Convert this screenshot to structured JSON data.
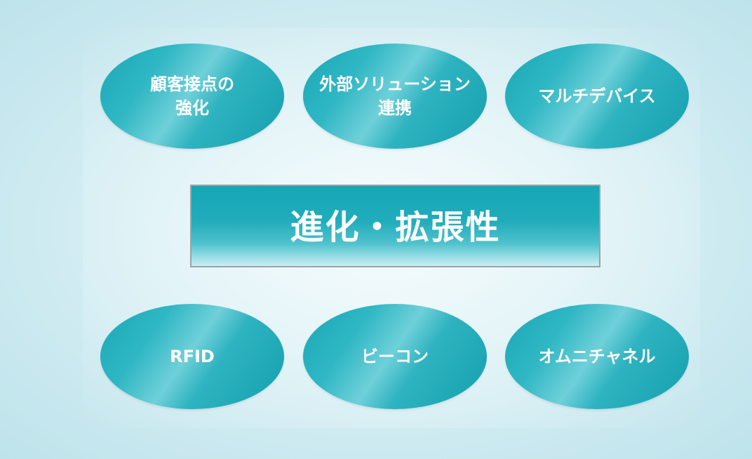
{
  "diagram": {
    "center": {
      "label": "進化・拡張性"
    },
    "nodes": [
      {
        "id": "customer-touchpoints",
        "label": "顧客接点の\n強化"
      },
      {
        "id": "external-solutions",
        "label": "外部ソリューション\n連携"
      },
      {
        "id": "multi-device",
        "label": "マルチデバイス"
      },
      {
        "id": "rfid",
        "label": "RFID"
      },
      {
        "id": "beacon",
        "label": "ビーコン"
      },
      {
        "id": "omnichannel",
        "label": "オムニチャネル"
      }
    ]
  },
  "colors": {
    "accent_teal": "#1aa7b6",
    "background": "#c9e9ef",
    "text": "#ffffff"
  }
}
